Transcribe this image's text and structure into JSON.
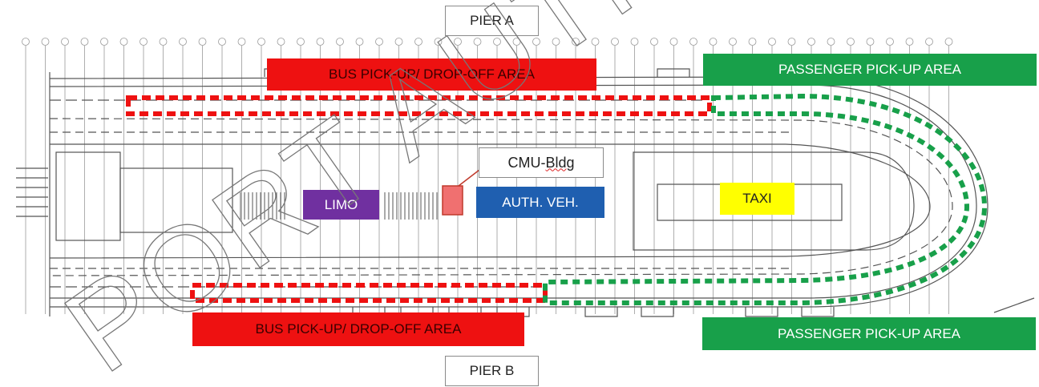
{
  "labels": {
    "pier_a": "PIER A",
    "pier_b": "PIER B",
    "bus_top": "BUS PICK-UP/ DROP-OFF AREA",
    "bus_bottom": "BUS PICK-UP/ DROP-OFF AREA",
    "passenger_top": "PASSENGER PICK-UP AREA",
    "passenger_bottom": "PASSENGER PICK-UP AREA",
    "limo": "LIMO",
    "auth_veh": "AUTH. VEH.",
    "taxi": "TAXI",
    "cmu_prefix": "CMU-",
    "cmu_squiggle": "Bldg"
  },
  "watermark": "PORT AUTHORITY",
  "colors": {
    "bus_zone": "#ee1111",
    "passenger_zone": "#18a04a",
    "limo_zone": "#7030a0",
    "auth_zone": "#1f5fb0",
    "taxi_zone": "#ffff00",
    "cmu_building": "#f07070",
    "drawing_lines": "#555555"
  }
}
